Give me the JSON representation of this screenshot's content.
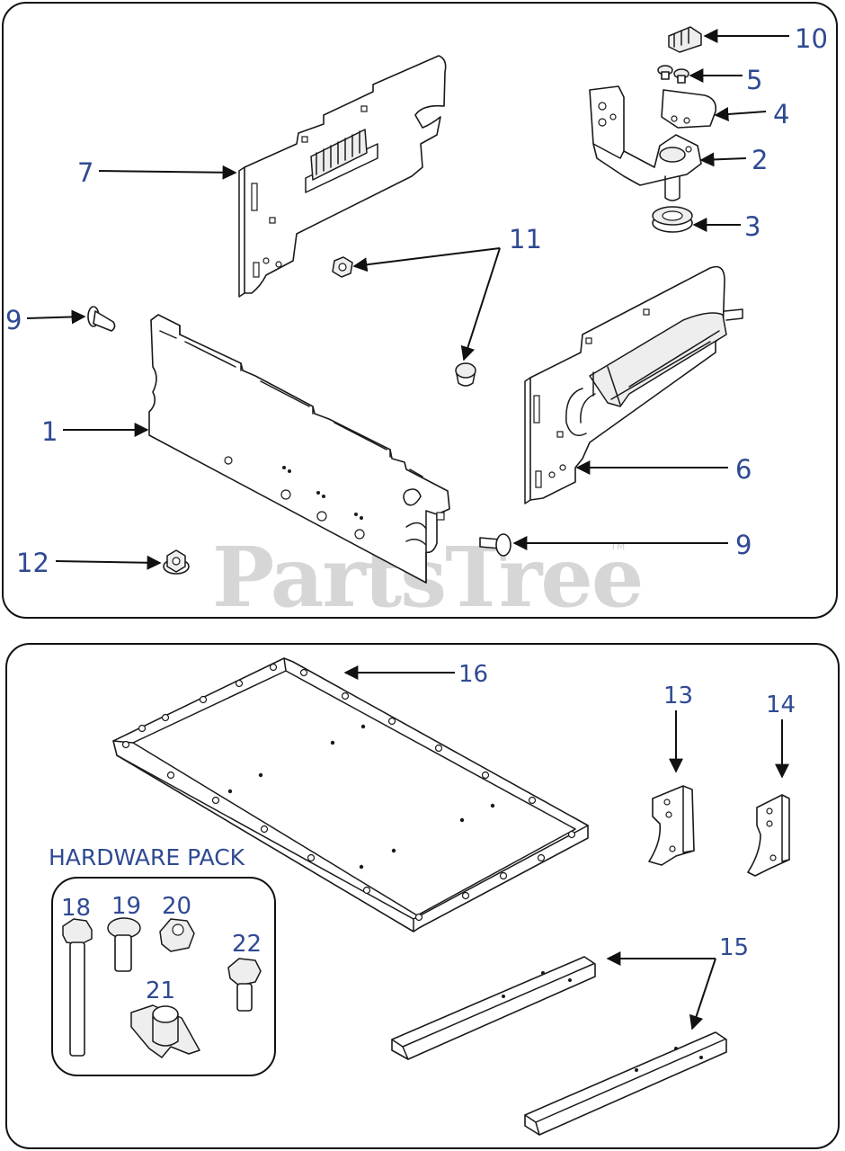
{
  "watermark": {
    "brand": "PartsTree",
    "tm": "TM"
  },
  "hardware_pack": {
    "title": "HARDWARE PACK"
  },
  "callouts": {
    "c1": "1",
    "c2": "2",
    "c3": "3",
    "c4": "4",
    "c5": "5",
    "c6": "6",
    "c7": "7",
    "c9a": "9",
    "c9b": "9",
    "c10": "10",
    "c11": "11",
    "c12": "12",
    "c13": "13",
    "c14": "14",
    "c15": "15",
    "c16": "16",
    "c18": "18",
    "c19": "19",
    "c20": "20",
    "c21": "21",
    "c22": "22"
  },
  "colors": {
    "callout": "#2f4a93",
    "watermark": "#d6d6d6",
    "outline": "#1a1a1a"
  }
}
